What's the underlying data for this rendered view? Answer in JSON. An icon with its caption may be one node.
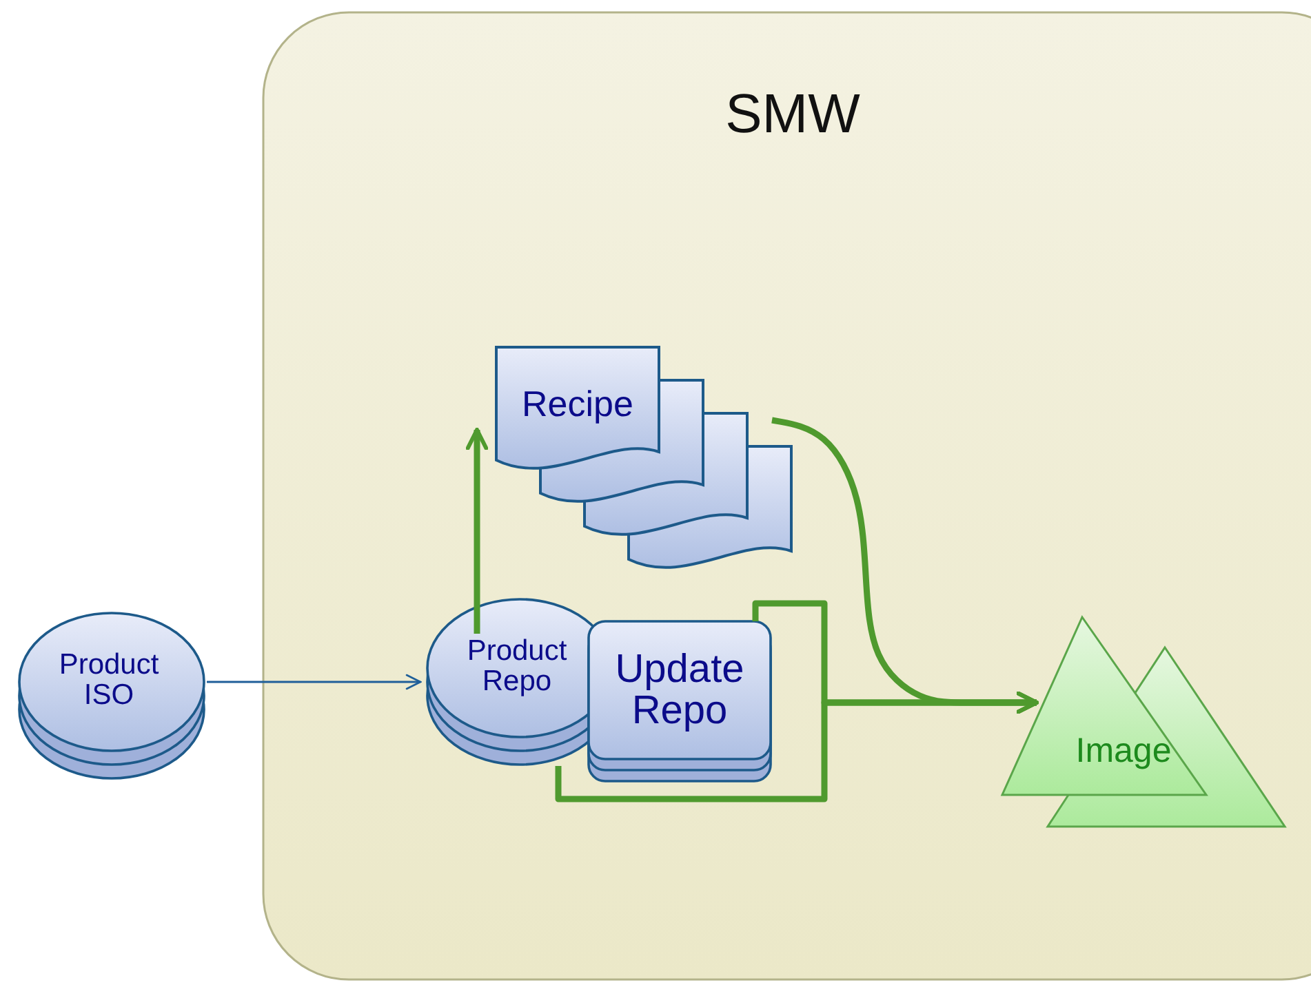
{
  "diagram": {
    "nodes": [
      {
        "text": [
          "SMW"
        ]
      },
      {
        "text": [
          "Recipe"
        ],
        "in": 0
      },
      {
        "text": [
          "Product ISO"
        ]
      },
      {
        "text": [
          "Product Repo"
        ],
        "in": 0
      },
      {
        "text": [
          "Update Repo"
        ],
        "in": 0
      },
      {
        "text": [
          "Image"
        ],
        "in": 0
      }
    ],
    "edges": [
      {
        "from": 2,
        "to": 3,
        "arrow": "to",
        "color": "#1f5f99"
      },
      {
        "from": 3,
        "to": 1,
        "arrow": "to"
      },
      {
        "from": 1,
        "to": 5,
        "arrow": "to"
      },
      {
        "from": 3,
        "to": 5,
        "arrow": "to"
      },
      {
        "from": 4,
        "to": 5,
        "arrow": "to"
      }
    ]
  }
}
